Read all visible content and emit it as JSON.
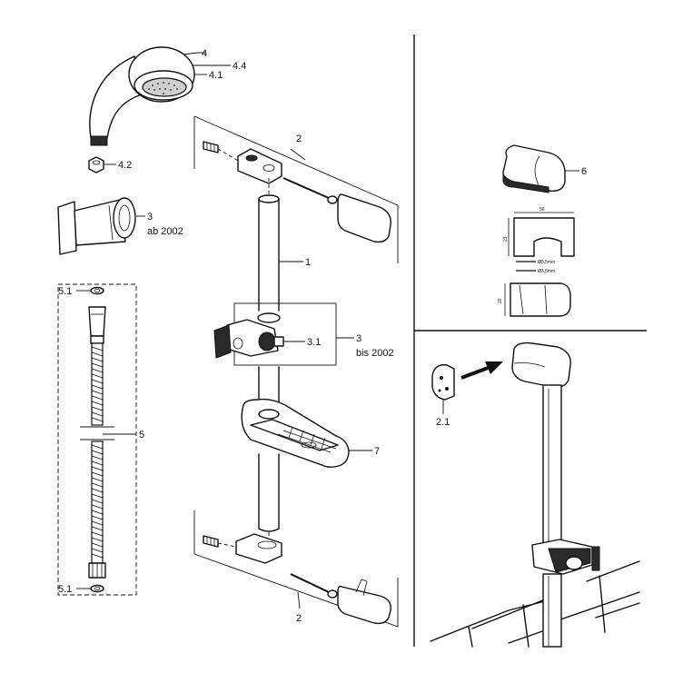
{
  "callouts": {
    "shower_head": "4",
    "shower_head_face": "4.4",
    "shower_head_spray": "4.1",
    "nut": "4.2",
    "holder_new": "3",
    "holder_new_note": "ab 2002",
    "bracket_top": "2",
    "rail": "1",
    "holder_old": "3",
    "holder_old_note": "bis 2002",
    "holder_knob": "3.1",
    "soap_dish": "7",
    "bracket_bottom": "2",
    "washer_top": "5.1",
    "hose": "5",
    "washer_bottom": "5.1",
    "cap": "6",
    "wall_plate": "2.1"
  },
  "dims": {
    "width": "56",
    "height": "23",
    "height2": "22",
    "screw1": "Ø3,5mm",
    "screw2": "Ø3,5mm"
  }
}
